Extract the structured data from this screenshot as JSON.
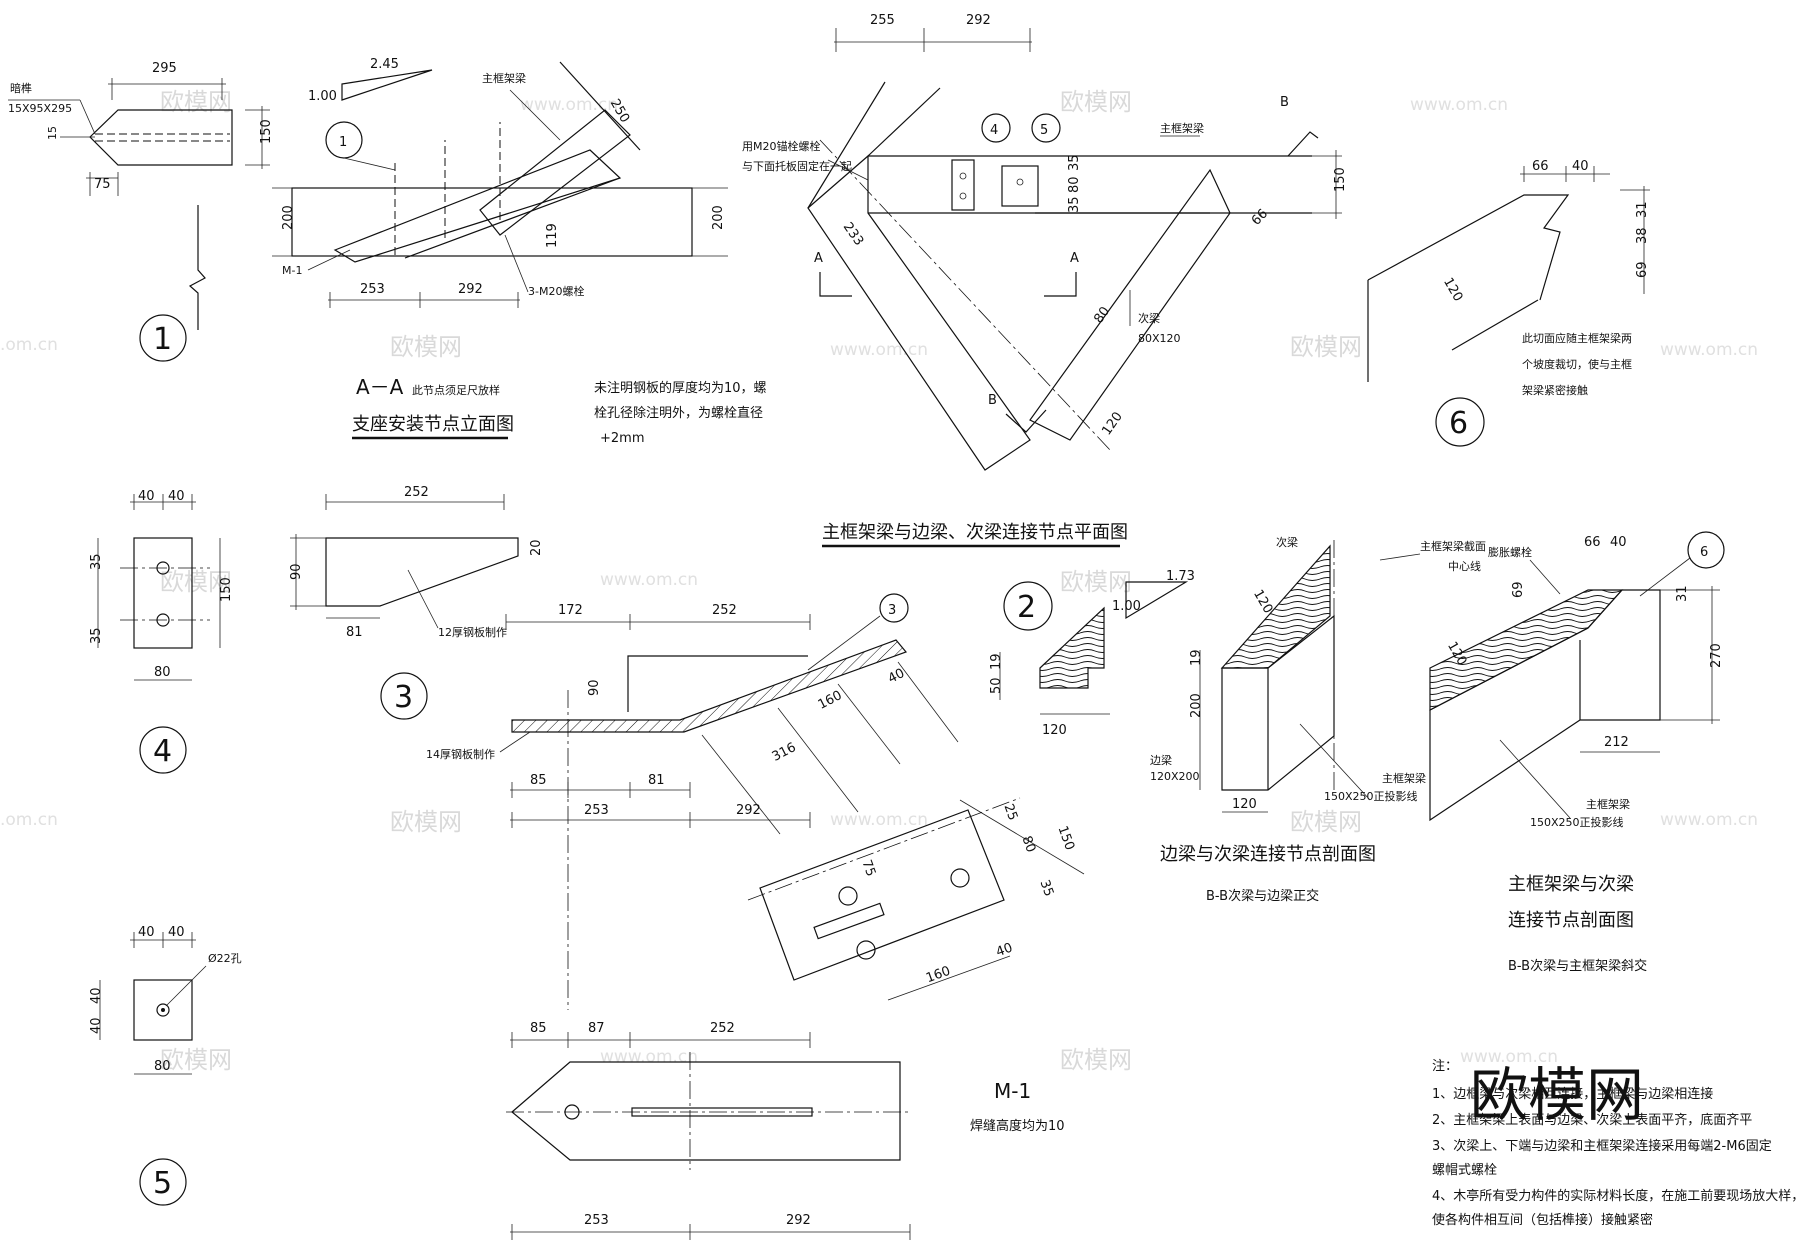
{
  "watermarks": {
    "brand": "欧模网",
    "url": "www.om.cn",
    "url_short": ".om.cn",
    "logo_text": "欧模网"
  },
  "detail1": {
    "top_width": "295",
    "piece_label": "暗榫",
    "piece_size": "15X95X295",
    "dim_15": "15",
    "dim_150": "150",
    "dim_75": "75",
    "number": "1"
  },
  "aa": {
    "slope_small": "1.00",
    "slope_big": "2.45",
    "bubble": "1",
    "main_beam": "主框架梁",
    "dim_250": "250",
    "dim_200_left": "200",
    "dim_200_right": "200",
    "dim_119": "119",
    "m1": "M-1",
    "bolt": "3-M20螺栓",
    "dim_253": "253",
    "dim_292": "292",
    "section": "A－A",
    "note_full": "此节点须足尺放样",
    "title": "支座安装节点立面图"
  },
  "general_note": {
    "line1": "未注明钢板的厚度均为10，螺",
    "line2": "栓孔径除注明外，为螺栓直径",
    "line3": "+2mm"
  },
  "plan": {
    "dim_255": "255",
    "dim_292": "292",
    "bubble4": "4",
    "bubble5": "5",
    "bolt_note1": "用M20锚栓螺栓",
    "bolt_note2": "与下面托板固定在一起",
    "main_beam": "主框架梁",
    "dim_35a": "35",
    "dim_80": "80",
    "dim_35b": "35",
    "dim_150": "150",
    "dim_66": "66",
    "dim_233": "233",
    "dim_80b": "80",
    "dim_120": "120",
    "sec_beam": "次梁",
    "sec_beam_size": "80X120",
    "A_left": "A",
    "A_right": "A",
    "B_top": "B",
    "B_bottom": "B",
    "title": "主框架梁与边梁、次梁连接节点平面图"
  },
  "detail6": {
    "dim_66": "66",
    "dim_40": "40",
    "dim_31": "31",
    "dim_38": "38",
    "dim_69": "69",
    "dim_120": "120",
    "note1": "此切面应随主框架梁两",
    "note2": "个坡度裁切，使与主框",
    "note3": "架梁紧密接触",
    "number": "6"
  },
  "detail4": {
    "dim_40a": "40",
    "dim_40b": "40",
    "dim_35a": "35",
    "dim_35b": "35",
    "dim_150": "150",
    "dim_80": "80",
    "number": "4"
  },
  "detail3": {
    "dim_252": "252",
    "dim_90": "90",
    "dim_20": "20",
    "dim_81": "81",
    "label": "12厚钢板制作",
    "number": "3"
  },
  "m1plan": {
    "dim_172": "172",
    "dim_252": "252",
    "bubble": "3",
    "dim_90": "90",
    "label14": "14厚钢板制作",
    "dim_40a": "40",
    "dim_160a": "160",
    "dim_316": "316",
    "dim_85": "85",
    "dim_81": "81",
    "dim_253": "253",
    "dim_292": "292",
    "dim_25": "25",
    "dim_80": "80",
    "dim_35": "35",
    "dim_150": "150",
    "dim_75": "75",
    "dim_40b": "40",
    "dim_160b": "160",
    "b_dim_85": "85",
    "b_dim_87": "87",
    "b_dim_252": "252",
    "b_dim_253": "253",
    "b_dim_292": "292",
    "m1": "M-1",
    "weld": "焊缝高度均为10"
  },
  "detail2": {
    "slope_big": "1.73",
    "slope_small": "1.00",
    "dim_19": "19",
    "dim_50": "50",
    "dim_120": "120",
    "number": "2"
  },
  "edge_section": {
    "sec_beam": "次梁",
    "main_center1": "主框架梁截面",
    "main_center2": "中心线",
    "dim_120": "120",
    "dim_19": "19",
    "dim_200": "200",
    "edge_beam": "边梁",
    "edge_size": "120X200",
    "dim_120b": "120",
    "main_beam": "主框架梁",
    "proj": "150X250正投影线",
    "title": "边梁与次梁连接节点剖面图",
    "subtitle": "B-B次梁与边梁正交"
  },
  "main_section": {
    "bolt": "膨胀螺栓",
    "dim_66": "66",
    "dim_40": "40",
    "bubble": "6",
    "dim_69": "69",
    "dim_31": "31",
    "dim_120": "120",
    "dim_270": "270",
    "dim_212": "212",
    "main_beam": "主框架梁",
    "proj": "150X250正投影线",
    "title1": "主框架梁与次梁",
    "title2": "连接节点剖面图",
    "subtitle": "B-B次梁与主框架梁斜交"
  },
  "detail5": {
    "dim_40a": "40",
    "dim_40b": "40",
    "hole": "Ø22孔",
    "dim_40c": "40",
    "dim_40d": "40",
    "dim_80": "80",
    "number": "5"
  },
  "notes": {
    "head": "注：",
    "n1": "1、边框梁与次梁相互连接，主框梁与边梁相连接",
    "n2": "2、主框架梁上表面与边梁、次梁上表面平齐，底面齐平",
    "n3": "3、次梁上、下端与边梁和主框架梁连接采用每端2-M6固定",
    "n3b": "螺帽式螺栓",
    "n4": "4、木亭所有受力构件的实际材料长度，在施工前要现场放大样，",
    "n4b": "使各构件相互间（包括榫接）接触紧密"
  }
}
